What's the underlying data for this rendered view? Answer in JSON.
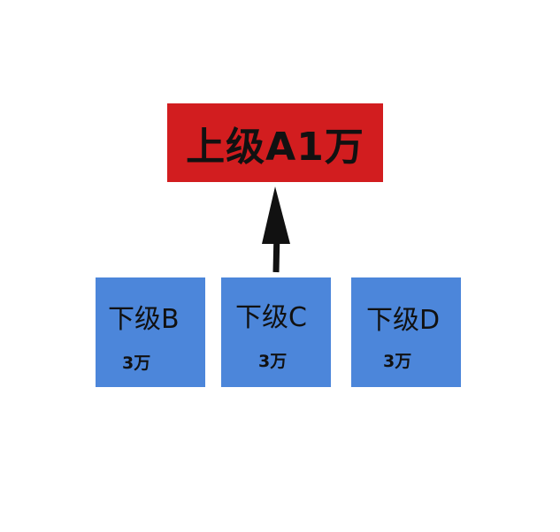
{
  "colors": {
    "parent_fill": "#d21d1f",
    "child_fill": "#4c86da",
    "arrow": "#111111",
    "background": "#ffffff"
  },
  "parent": {
    "label": "上级A1万"
  },
  "children": [
    {
      "label": "下级B",
      "amount": "3万"
    },
    {
      "label": "下级C",
      "amount": "3万"
    },
    {
      "label": "下级D",
      "amount": "3万"
    }
  ]
}
